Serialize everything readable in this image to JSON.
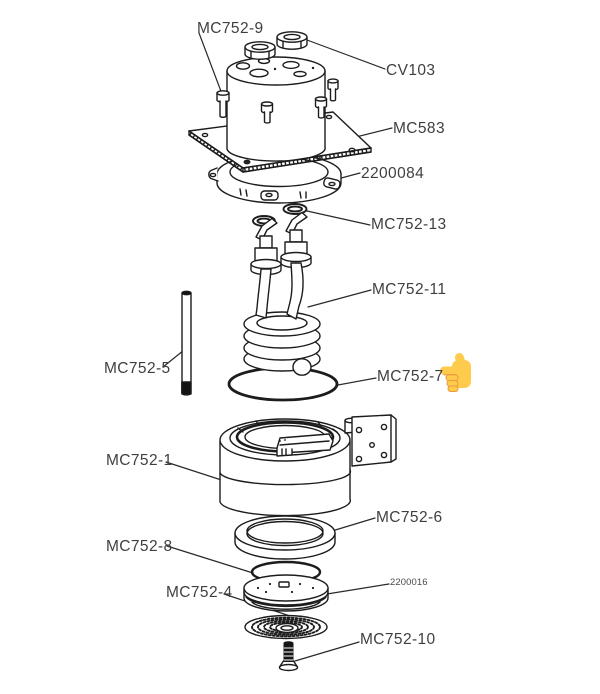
{
  "diagram": {
    "type": "exploded-parts-diagram",
    "labels": [
      {
        "id": "mc752-9",
        "text": "MC752-9"
      },
      {
        "id": "cv103",
        "text": "CV103"
      },
      {
        "id": "mc583",
        "text": "MC583"
      },
      {
        "id": "2200084",
        "text": "2200084"
      },
      {
        "id": "mc752-13",
        "text": "MC752-13"
      },
      {
        "id": "mc752-11",
        "text": "MC752-11"
      },
      {
        "id": "mc752-5",
        "text": "MC752-5"
      },
      {
        "id": "mc752-7",
        "text": "MC752-7"
      },
      {
        "id": "mc752-1",
        "text": "MC752-1"
      },
      {
        "id": "mc752-6",
        "text": "MC752-6"
      },
      {
        "id": "mc752-8",
        "text": "MC752-8"
      },
      {
        "id": "mc752-4",
        "text": "MC752-4"
      },
      {
        "id": "2200016",
        "text": "2200016"
      },
      {
        "id": "mc752-10",
        "text": "MC752-10"
      }
    ],
    "annotation": {
      "pointer_icon": "pointing-left-hand",
      "points_to_label": "MC752-7"
    },
    "colors": {
      "line": "#1c1c1c",
      "label_text": "#3f3f3f",
      "hand_primary": "#FFCB4C",
      "hand_shade": "#E89C3C",
      "background": "#ffffff"
    }
  }
}
